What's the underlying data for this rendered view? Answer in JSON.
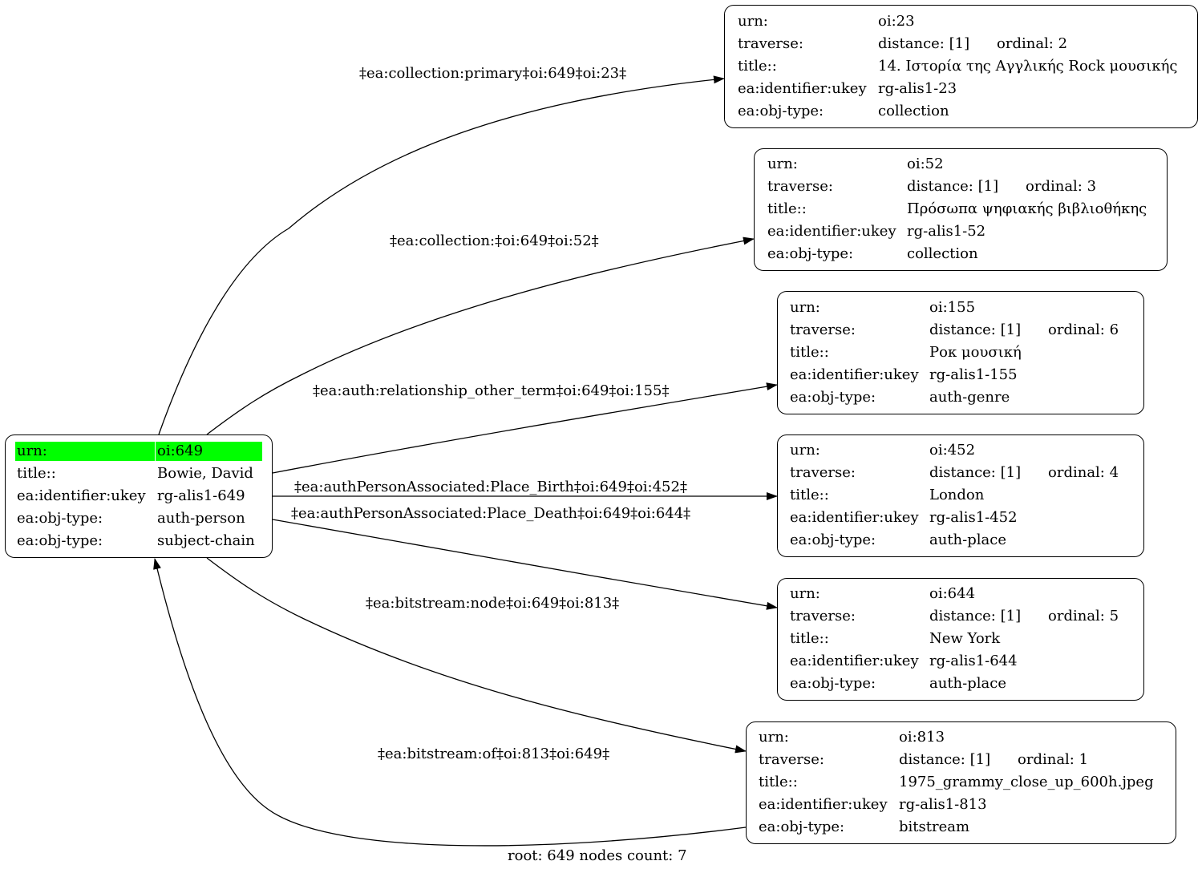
{
  "root_node": {
    "rows": [
      {
        "key": "urn:",
        "value": "oi:649"
      },
      {
        "key": "title::",
        "value": "Bowie, David"
      },
      {
        "key": "ea:identifier:ukey",
        "value": "rg-alis1-649"
      },
      {
        "key": "ea:obj-type:",
        "value": "auth-person"
      },
      {
        "key": "ea:obj-type:",
        "value": "subject-chain"
      }
    ]
  },
  "nodes": [
    {
      "urn": "oi:23",
      "distance": "distance: [1]",
      "ordinal": "ordinal: 2",
      "title": "14. Ιστορία της Αγγλικής Rock μουσικής",
      "ukey": "rg-alis1-23",
      "type": "collection"
    },
    {
      "urn": "oi:52",
      "distance": "distance: [1]",
      "ordinal": "ordinal: 3",
      "title": "Πρόσωπα ψηφιακής βιβλιοθήκης",
      "ukey": "rg-alis1-52",
      "type": "collection"
    },
    {
      "urn": "oi:155",
      "distance": "distance: [1]",
      "ordinal": "ordinal: 6",
      "title": "Ροκ μουσική",
      "ukey": "rg-alis1-155",
      "type": "auth-genre"
    },
    {
      "urn": "oi:452",
      "distance": "distance: [1]",
      "ordinal": "ordinal: 4",
      "title": "London",
      "ukey": "rg-alis1-452",
      "type": "auth-place"
    },
    {
      "urn": "oi:644",
      "distance": "distance: [1]",
      "ordinal": "ordinal: 5",
      "title": "New York",
      "ukey": "rg-alis1-644",
      "type": "auth-place"
    },
    {
      "urn": "oi:813",
      "distance": "distance: [1]",
      "ordinal": "ordinal: 1",
      "title": "1975_grammy_close_up_600h.jpeg",
      "ukey": "rg-alis1-813",
      "type": "bitstream"
    }
  ],
  "row_keys": {
    "urn": "urn:",
    "traverse": "traverse:",
    "title": "title::",
    "ukey": "ea:identifier:ukey",
    "type": "ea:obj-type:"
  },
  "edges": [
    "‡ea:collection:primary‡oi:649‡oi:23‡",
    "‡ea:collection:‡oi:649‡oi:52‡",
    "‡ea:auth:relationship_other_term‡oi:649‡oi:155‡",
    "‡ea:authPersonAssociated:Place_Birth‡oi:649‡oi:452‡",
    "‡ea:authPersonAssociated:Place_Death‡oi:649‡oi:644‡",
    "‡ea:bitstream:node‡oi:649‡oi:813‡",
    "‡ea:bitstream:of‡oi:813‡oi:649‡"
  ],
  "footer": "root: 649 nodes count: 7",
  "colors": {
    "highlight": "#00ff00",
    "stroke": "#000000",
    "background": "#ffffff"
  }
}
